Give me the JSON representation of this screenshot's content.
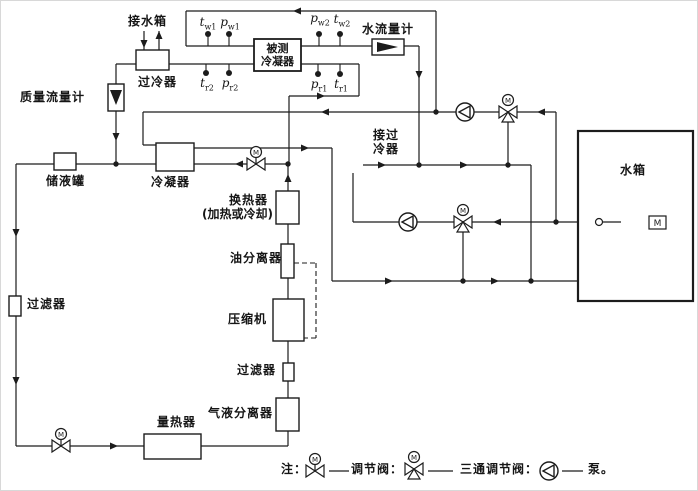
{
  "diagram": {
    "background": "#ffffff",
    "line_color": "#1c1c1c",
    "labels": {
      "to_water_tank": "接水箱",
      "subcooler": "过冷器",
      "mass_flow_meter": "质量流量计",
      "test_condenser_l1": "被测",
      "test_condenser_l2": "冷凝器",
      "water_flow_meter": "水流量计",
      "receiver": "储液罐",
      "aux_condenser": "冷凝器",
      "heat_exchanger": "换热器",
      "heat_exchanger_note": "(加热或冷却)",
      "oil_separator": "油分离器",
      "compressor": "压缩机",
      "suction_filter": "过滤器",
      "gas_liquid_separator": "气液分离器",
      "calorimeter": "量热器",
      "liquid_filter": "过滤器",
      "to_subcooler_l1": "接过",
      "to_subcooler_l2": "冷器",
      "water_tank": "水箱",
      "motor_mark": "M"
    },
    "sensors": {
      "tw1": {
        "m": "t",
        "s": "w1"
      },
      "pw1": {
        "m": "p",
        "s": "w1"
      },
      "pw2": {
        "m": "p",
        "s": "w2"
      },
      "tw2": {
        "m": "t",
        "s": "w2"
      },
      "tr2": {
        "m": "t",
        "s": "r2"
      },
      "pr2": {
        "m": "p",
        "s": "r2"
      },
      "pr1": {
        "m": "p",
        "s": "r1"
      },
      "tr1": {
        "m": "t",
        "s": "r1"
      }
    },
    "legend": {
      "note": "注：",
      "regulating_valve": "调节阀：",
      "three_way_valve": "三通调节阀：",
      "pump": "泵。"
    }
  }
}
